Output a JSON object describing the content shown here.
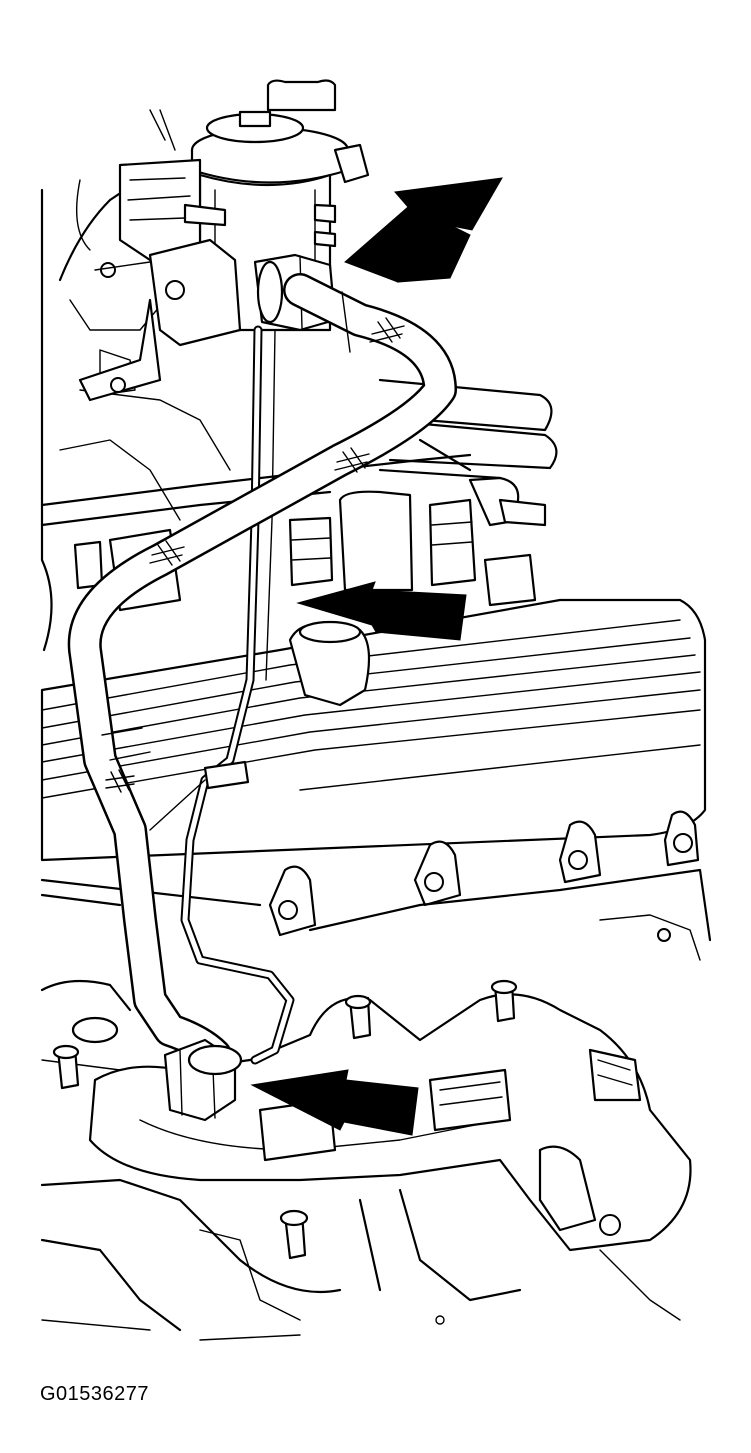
{
  "figure": {
    "code": "G01536277"
  },
  "callouts": [
    {
      "id": "upper",
      "target": "hose-fitting-egr-valve"
    },
    {
      "id": "middle",
      "target": "sensor-tube"
    },
    {
      "id": "lower",
      "target": "hose-fitting-exhaust-manifold"
    }
  ],
  "colors": {
    "line": "#000000",
    "background": "#ffffff"
  }
}
